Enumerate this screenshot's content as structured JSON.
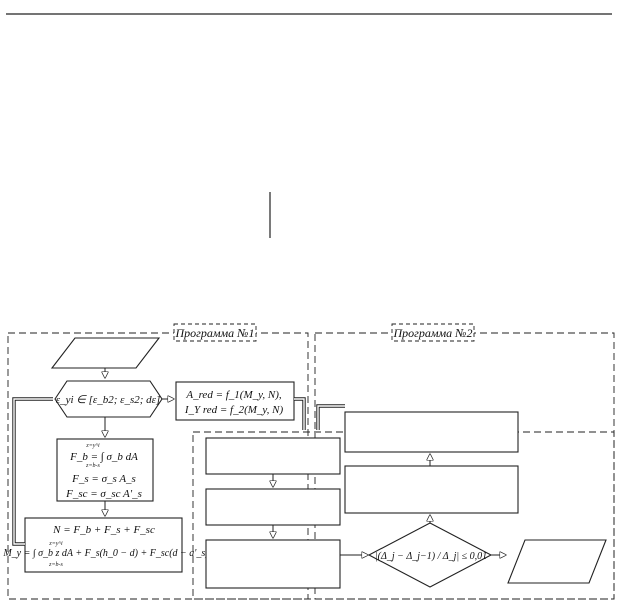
{
  "programs": {
    "program1_label": "Программа №1",
    "program2_label": "Программа №2"
  },
  "formulas": {
    "strain_range": "ε_yi ∈ [ε_b2; ε_s2; dε]",
    "stiffness_line1": "A_red = f_1(M_y, N),",
    "stiffness_line2": "I_Y red = f_2(M_y, N)",
    "force_integral": "F_b = ∫ σ_b dA",
    "force_integral_upper": "z=y^i",
    "force_integral_lower": "z=b-s",
    "force_steel": "F_s = σ_s A_s",
    "force_steel_comp": "F_sc = σ_sc A'_s",
    "equil_line1": "N = F_b + F_s + F_sc",
    "equil_line2": "M_y = ∫ σ_b z dA + F_s(h_0 − d) + F_sc(d − a'_s)",
    "equil_upper": "z=y^i",
    "equil_lower": "z=b-s",
    "convergence": "|(Δ_j − Δ_j−1) / Δ_j| ≤ 0,01"
  },
  "colors": {
    "stroke": "#222222",
    "background": "#ffffff"
  }
}
